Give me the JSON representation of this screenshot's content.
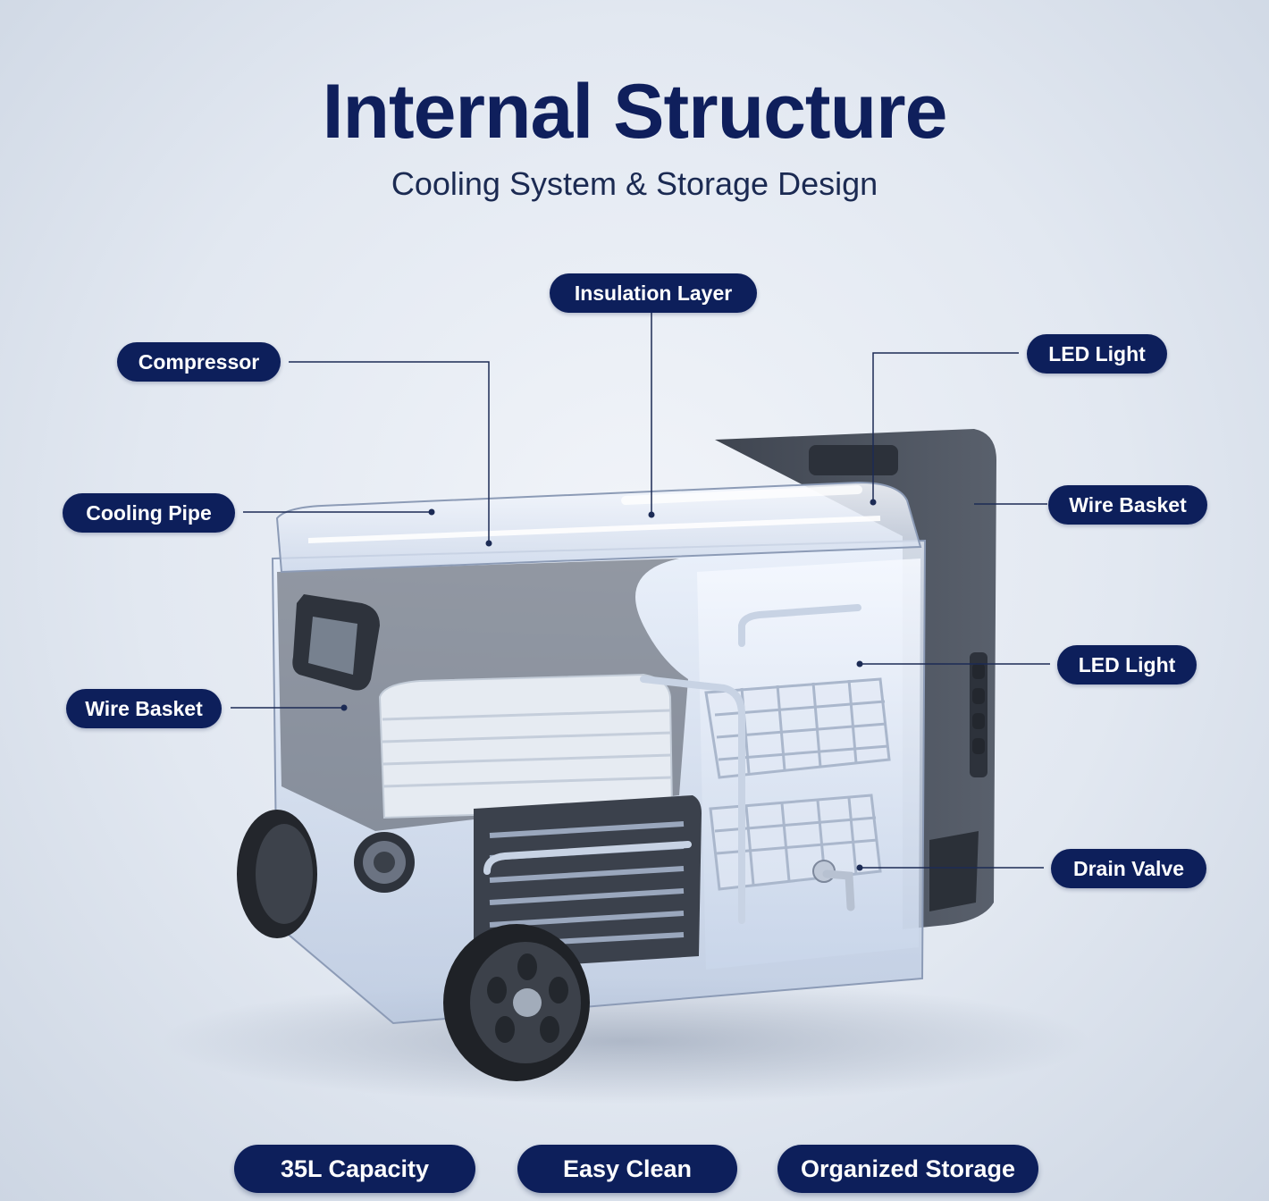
{
  "header": {
    "title": "Internal Structure",
    "subtitle": "Cooling System & Storage Design"
  },
  "callouts": {
    "insulation_layer": "Insulation Layer",
    "compressor": "Compressor",
    "led_light_top": "LED Light",
    "cooling_pipe": "Cooling Pipe",
    "wire_basket_right": "Wire Basket",
    "led_light_right": "LED Light",
    "wire_basket_left": "Wire Basket",
    "drain_valve": "Drain Valve"
  },
  "features": [
    "35L Capacity",
    "Easy Clean",
    "Organized Storage"
  ],
  "colors": {
    "pill_bg": "#0d1f5b",
    "title": "#0f1f5c",
    "leader_line": "#1c2b55"
  }
}
